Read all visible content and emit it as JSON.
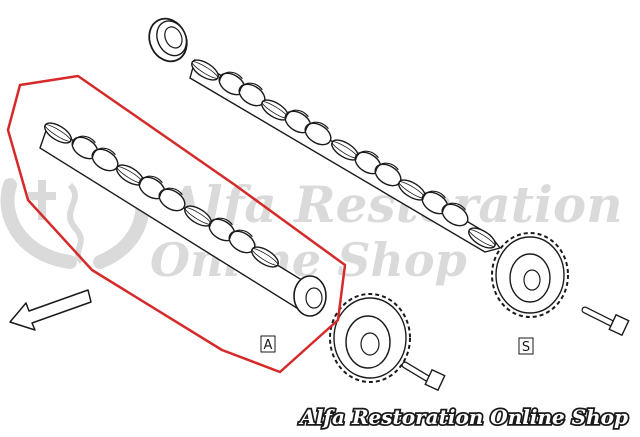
{
  "watermark": {
    "line1": "Alfa Restoration",
    "line2": "Online Shop"
  },
  "labels": {
    "intake": "A",
    "exhaust": "S"
  },
  "footer": {
    "text": "Alfa Restoration Online Shop"
  },
  "colors": {
    "highlight": "#d62a2a",
    "watermark": "#c8c8c8",
    "ink": "#1a1a1a"
  },
  "icons": {
    "direction": "arrow-left-down-icon",
    "logo": "alfa-cross-serpent-logo"
  }
}
